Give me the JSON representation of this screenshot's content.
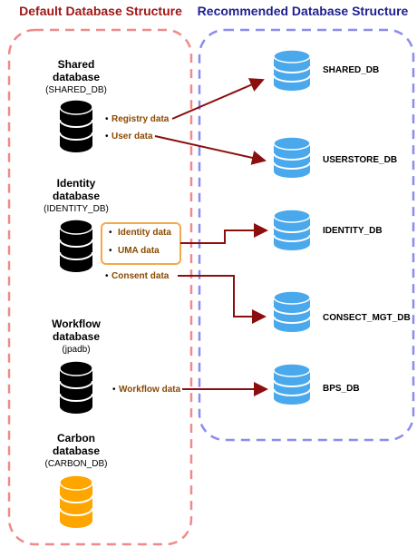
{
  "colors": {
    "left_heading": "#A01818",
    "right_heading": "#1F1F8F",
    "left_border": "#F08A8A",
    "right_border": "#8C8CF0",
    "arrow": "#8B0F0F",
    "item_text": "#8B4A00",
    "highlight_border": "#F5A84A",
    "db_black": "#000000",
    "db_blue": "#4AA8EC",
    "db_orange": "#FFA500"
  },
  "headings": {
    "left": "Default Database Structure",
    "right": "Recommended Database Structure"
  },
  "sources": [
    {
      "name1": "Shared",
      "name2": "database",
      "sub": "(SHARED_DB)",
      "icon": "database-icon-black"
    },
    {
      "name1": "Identity",
      "name2": "database",
      "sub": "(IDENTITY_DB)",
      "icon": "database-icon-black"
    },
    {
      "name1": "Workflow",
      "name2": "database",
      "sub": "(jpadb)",
      "icon": "database-icon-black"
    },
    {
      "name1": "Carbon",
      "name2": "database",
      "sub": "(CARBON_DB)",
      "icon": "database-icon-orange"
    }
  ],
  "items": [
    {
      "label": "Registry data",
      "bullet": "•"
    },
    {
      "label": "User data",
      "bullet": "•"
    },
    {
      "label": "Identity data",
      "bullet": "•"
    },
    {
      "label": "UMA data",
      "bullet": "•"
    },
    {
      "label": "Consent data",
      "bullet": "•"
    },
    {
      "label": "Workflow data",
      "bullet": "•"
    }
  ],
  "targets": [
    {
      "label": "SHARED_DB",
      "icon": "database-icon-blue"
    },
    {
      "label": "USERSTORE_DB",
      "icon": "database-icon-blue"
    },
    {
      "label": "IDENTITY_DB",
      "icon": "database-icon-blue"
    },
    {
      "label": "CONSECT_MGT_DB",
      "icon": "database-icon-blue"
    },
    {
      "label": "BPS_DB",
      "icon": "database-icon-blue"
    }
  ]
}
